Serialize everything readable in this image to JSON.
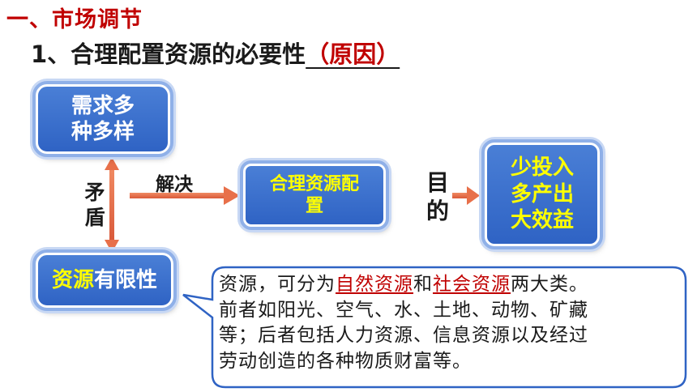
{
  "section_title": "一、市场调节",
  "subtitle": {
    "main": "1、合理配置资源的必要性",
    "reason": "（原因）"
  },
  "boxes": {
    "demand": [
      "需求多",
      "种多样"
    ],
    "limited": {
      "highlight": "资源",
      "rest": "有限性"
    },
    "allocate": [
      "合理资源配",
      "置"
    ],
    "goal": [
      "少投入",
      "多产出",
      "大效益"
    ]
  },
  "labels": {
    "contradiction": [
      "矛",
      "盾"
    ],
    "solve": "解决",
    "purpose": [
      "目",
      "的"
    ]
  },
  "callout": {
    "p1_a": "资源，可分为",
    "p1_nat": "自然资源",
    "p1_and": "和",
    "p1_soc": "社会资源",
    "p1_b": "两大类。",
    "p2": "前者如阳光、空气、水、土地、动物、矿藏",
    "p3": "等；后者包括人力资源、信息资源以及经过",
    "p4": "劳动创造的各种物质财富等。"
  },
  "colors": {
    "accent_red": "#c00000",
    "box_blue": "#2f63c4",
    "arrow_orange": "#e8704a",
    "highlight_yellow": "#ffff00"
  }
}
